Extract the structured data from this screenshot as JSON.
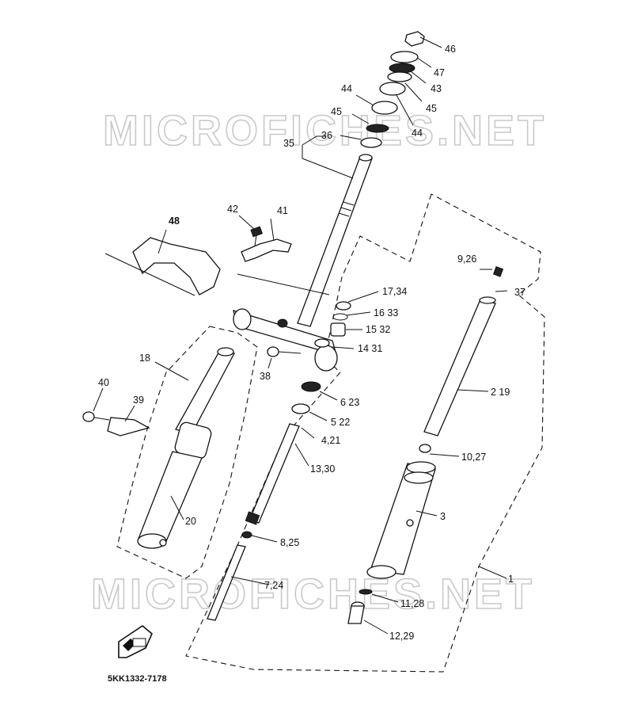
{
  "watermark": {
    "top": "MICROFICHES.NET",
    "bottom": "MICROFICHES.NET"
  },
  "diagram_code": "5KK1332-7178",
  "callouts": {
    "c46a": "46",
    "c47": "47",
    "c43": "43",
    "c45a": "45",
    "c44a": "44",
    "c44b": "44",
    "c45b": "45",
    "c36": "36",
    "c35": "35",
    "c42": "42",
    "c41": "41",
    "c48": "48",
    "c926": "9,26",
    "c37": "37",
    "c1734": "17,34",
    "c1633": "16 33",
    "c1532": "15 32",
    "c1431": "14 31",
    "c38": "38",
    "c623": "6 23",
    "c522": "5 22",
    "c421": "4,21",
    "c1330": "13,30",
    "c219": "2 19",
    "c1027": "10,27",
    "c3": "3",
    "c18": "18",
    "c40": "40",
    "c39": "39",
    "c20": "20",
    "c825": "8,25",
    "c724": "7,24",
    "c1": "1",
    "c1128": "11,28",
    "c1229": "12,29"
  }
}
